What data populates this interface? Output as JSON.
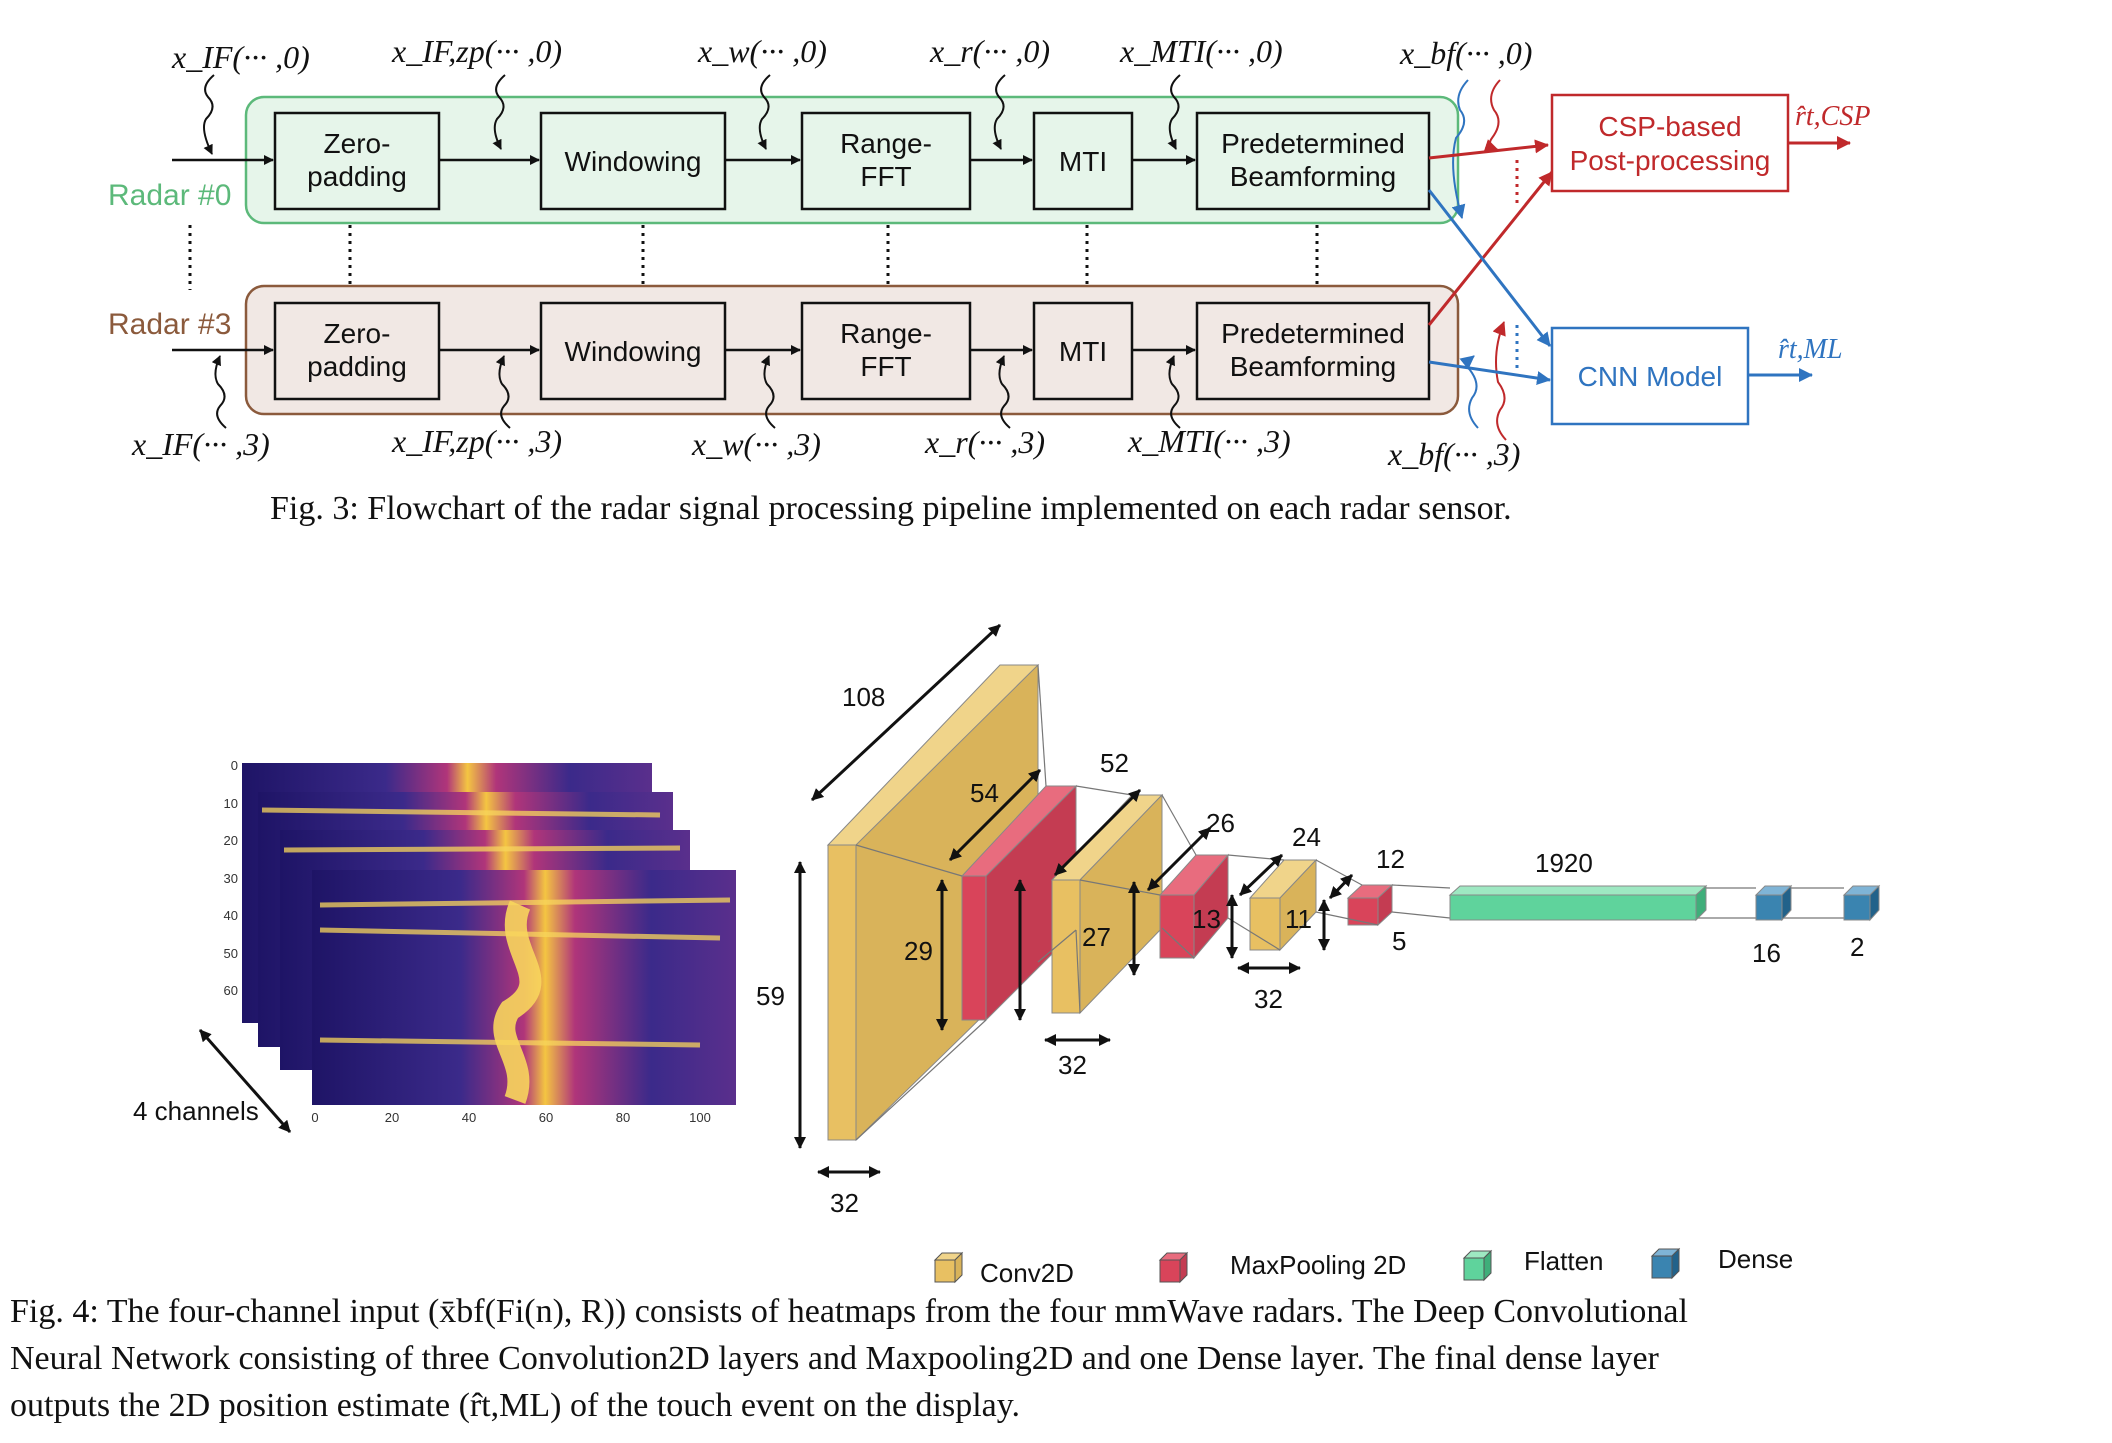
{
  "fig3": {
    "radar0_label": "Radar #0",
    "radar3_label": "Radar #3",
    "blocks": [
      "Zero-",
      "padding",
      "Windowing",
      "Range-",
      "FFT",
      "MTI",
      "Predetermined",
      "Beamforming"
    ],
    "csp_block": [
      "CSP-based",
      "Post-processing"
    ],
    "cnn_block": "CNN Model",
    "signals_top": [
      "x_IF(··· ,0)",
      "x_IF,zp(··· ,0)",
      "x_w(··· ,0)",
      "x_r(··· ,0)",
      "x_MTI(··· ,0)",
      "x_bf(··· ,0)"
    ],
    "signals_bottom": [
      "x_IF(··· ,3)",
      "x_IF,zp(··· ,3)",
      "x_w(··· ,3)",
      "x_r(··· ,3)",
      "x_MTI(··· ,3)",
      "x_bf(··· ,3)"
    ],
    "output_csp": "r̂t,CSP",
    "output_ml": "r̂t,ML",
    "caption": "Fig. 3: Flowchart of the radar signal processing pipeline implemented on each radar sensor.",
    "colors": {
      "radar0": "#5cb97a",
      "radar3": "#8b5a3c",
      "csp": "#c0292b",
      "cnn": "#2f74c0"
    }
  },
  "fig4": {
    "heatmap_y_ticks": [
      "0",
      "10",
      "20",
      "30",
      "40",
      "50",
      "60"
    ],
    "heatmap_x_ticks": [
      "0",
      "20",
      "40",
      "60",
      "80",
      "100"
    ],
    "channels_label": "4 channels",
    "dims": {
      "conv1_depth": "108",
      "conv1_height": "59",
      "conv1_width": "32",
      "pool1_depth": "54",
      "pool1_height": "29",
      "conv2_depth": "52",
      "conv2_height": "27",
      "conv2_width": "32",
      "pool2_depth": "26",
      "pool2_height": "13",
      "conv3_depth": "24",
      "conv3_height": "11",
      "conv3_width": "32",
      "pool3_depth": "12",
      "pool3_height": "5",
      "flatten": "1920",
      "dense1": "16",
      "dense2": "2"
    },
    "legend": [
      "Conv2D",
      "MaxPooling 2D",
      "Flatten",
      "Dense"
    ],
    "colors": {
      "conv": "#e8c062",
      "pool": "#d9445a",
      "flatten": "#5fd39c",
      "dense": "#3a84b0"
    },
    "caption_lines": [
      "Fig. 4: The four-channel input (x̄bf(Fi(n), R)) consists of heatmaps from the four mmWave radars. The Deep Convolutional",
      "Neural Network consisting of three Convolution2D layers and Maxpooling2D and one Dense layer. The final dense layer",
      "outputs the 2D position estimate (r̂t,ML) of the touch event on the display."
    ]
  }
}
